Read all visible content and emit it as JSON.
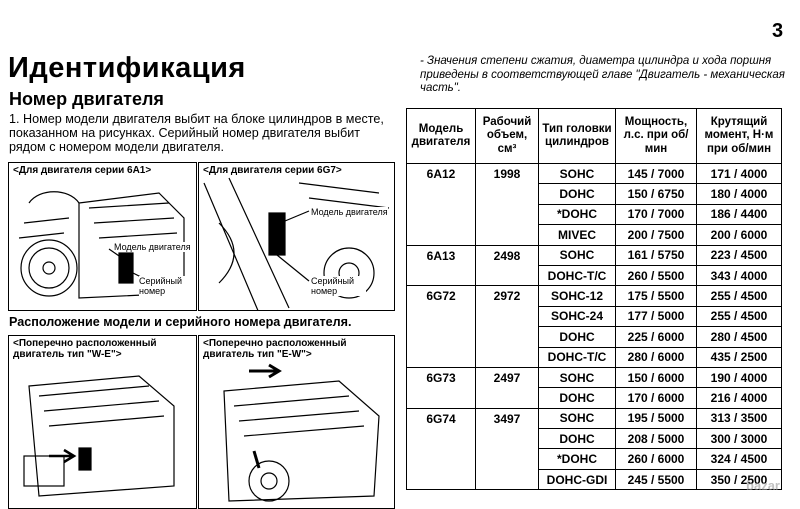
{
  "page_number": "3",
  "title": "Идентификация",
  "subtitle": "Номер двигателя",
  "intro": "1. Номер модели двигателя выбит на блоке цилиндров в месте, показанном на рисунках. Серийный номер двигателя выбит рядом с номером модели двигателя.",
  "note": "- Значения степени сжатия, диаметра цилиндра и хода поршня приведены в соответствующей главе \"Двигатель - механическая часть\".",
  "figures": {
    "fig1": {
      "caption": "<Для двигателя серии 6A1>",
      "label_model": "Модель двигателя",
      "label_serial": "Серийный номер"
    },
    "fig2": {
      "caption": "<Для двигателя серии 6G7>",
      "label_model": "Модель двигателя",
      "label_serial": "Серийный номер"
    },
    "location_caption": "Расположение модели и серийного номера двигателя.",
    "fig3": {
      "caption": "<Поперечно расположенный двигатель тип \"W-E\">"
    },
    "fig4": {
      "caption": "<Поперечно расположенный двигатель тип \"E-W\">"
    }
  },
  "table": {
    "headers": [
      "Модель двигателя",
      "Рабочий объем, см³",
      "Тип головки цилиндров",
      "Мощность, л.с. при об/мин",
      "Крутящий момент, Н·м при об/мин"
    ],
    "groups": [
      {
        "model": "6A12",
        "displacement": "1998",
        "rows": [
          [
            "SOHC",
            "145 / 7000",
            "171 / 4000"
          ],
          [
            "DOHC",
            "150 / 6750",
            "180 / 4000"
          ],
          [
            "*DOHC",
            "170 / 7000",
            "186 / 4400"
          ],
          [
            "MIVEC",
            "200 / 7500",
            "200 / 6000"
          ]
        ]
      },
      {
        "model": "6A13",
        "displacement": "2498",
        "rows": [
          [
            "SOHC",
            "161 / 5750",
            "223 / 4500"
          ],
          [
            "DOHC-T/C",
            "260 / 5500",
            "343 / 4000"
          ]
        ]
      },
      {
        "model": "6G72",
        "displacement": "2972",
        "rows": [
          [
            "SOHC-12",
            "175 / 5500",
            "255 / 4500"
          ],
          [
            "SOHC-24",
            "177 / 5000",
            "255 / 4500"
          ],
          [
            "DOHC",
            "225 / 6000",
            "280 / 4500"
          ],
          [
            "DOHC-T/C",
            "280 / 6000",
            "435 / 2500"
          ]
        ]
      },
      {
        "model": "6G73",
        "displacement": "2497",
        "rows": [
          [
            "SOHC",
            "150 / 6000",
            "190 / 4000"
          ],
          [
            "DOHC",
            "170 / 6000",
            "216 / 4000"
          ]
        ]
      },
      {
        "model": "6G74",
        "displacement": "3497",
        "rows": [
          [
            "SOHC",
            "195 / 5000",
            "313 / 3500"
          ],
          [
            "DOHC",
            "208 / 5000",
            "300 / 3000"
          ],
          [
            "*DOHC",
            "260 / 6000",
            "324 / 4500"
          ],
          [
            "DOHC-GDI",
            "245 / 5500",
            "350 / 2500"
          ]
        ]
      }
    ]
  },
  "watermark": "bazar"
}
